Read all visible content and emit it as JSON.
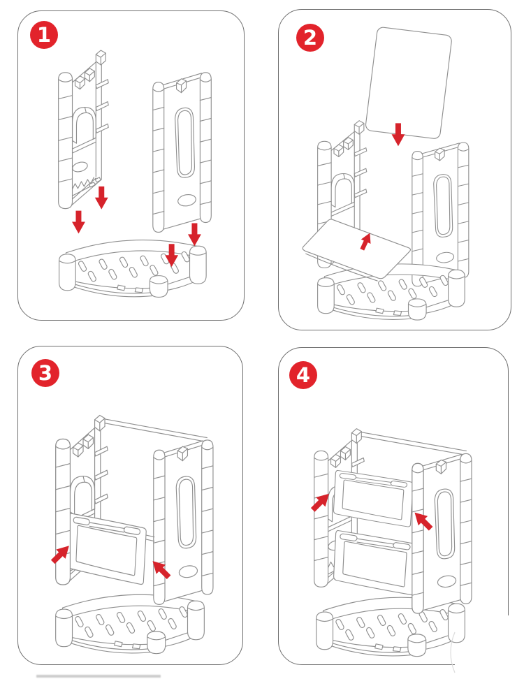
{
  "colors": {
    "badge": "#e2232b",
    "arrow": "#d6232b",
    "line": "#8f8f8f",
    "panel_border": "#6f6f6f"
  },
  "steps": [
    {
      "number": "1",
      "illustration": "two-side-panels-dropped-onto-slatted-base",
      "arrow_icons": [
        "down-arrow",
        "down-arrow",
        "down-arrow",
        "down-arrow"
      ]
    },
    {
      "number": "2",
      "illustration": "back-panel-inserted-from-top-and-shelf-slid-in",
      "arrow_icons": [
        "down-arrow",
        "up-arrow"
      ]
    },
    {
      "number": "3",
      "illustration": "lower-drawer-front-snapped-onto-frame",
      "arrow_icons": [
        "up-right-arrow",
        "up-left-arrow"
      ]
    },
    {
      "number": "4",
      "illustration": "upper-drawer-front-snapped-onto-frame",
      "arrow_icons": [
        "up-right-arrow",
        "up-left-arrow"
      ]
    }
  ]
}
